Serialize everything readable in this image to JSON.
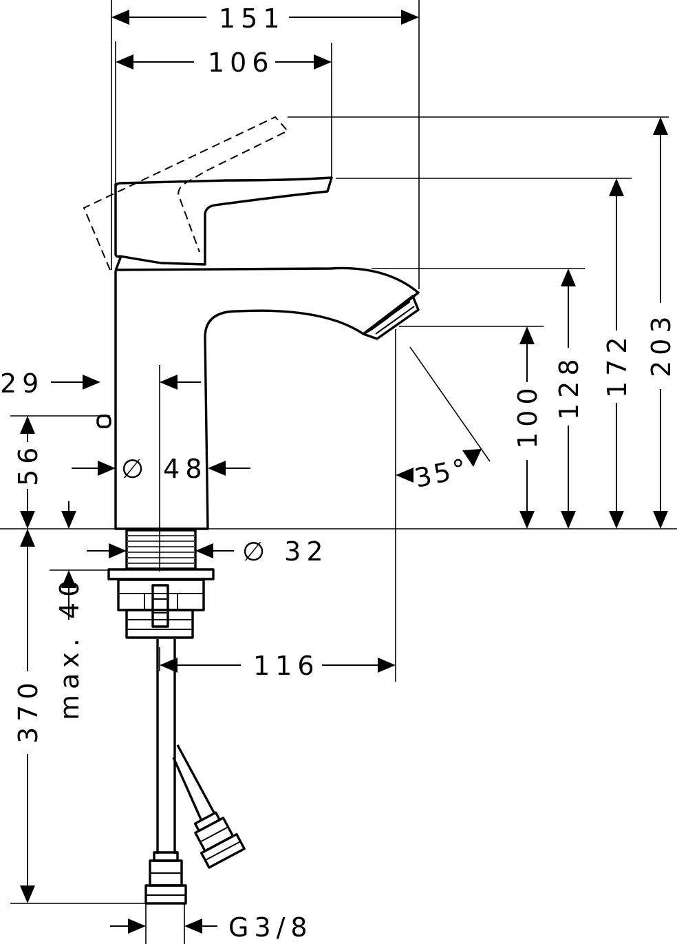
{
  "dimensions": {
    "overall_width": "151",
    "handle_length": "106",
    "total_height": "203",
    "handle_height": "172",
    "spout_top_height": "128",
    "spout_outlet_height": "100",
    "pop_up_offset": "29",
    "pop_up_height": "56",
    "body_diameter": "∅ 48",
    "shank_diameter": "∅ 32",
    "max_clamp": "max. 40",
    "hose_length": "370",
    "spout_reach": "116",
    "thread": "G3/8",
    "spray_angle": "35°"
  }
}
